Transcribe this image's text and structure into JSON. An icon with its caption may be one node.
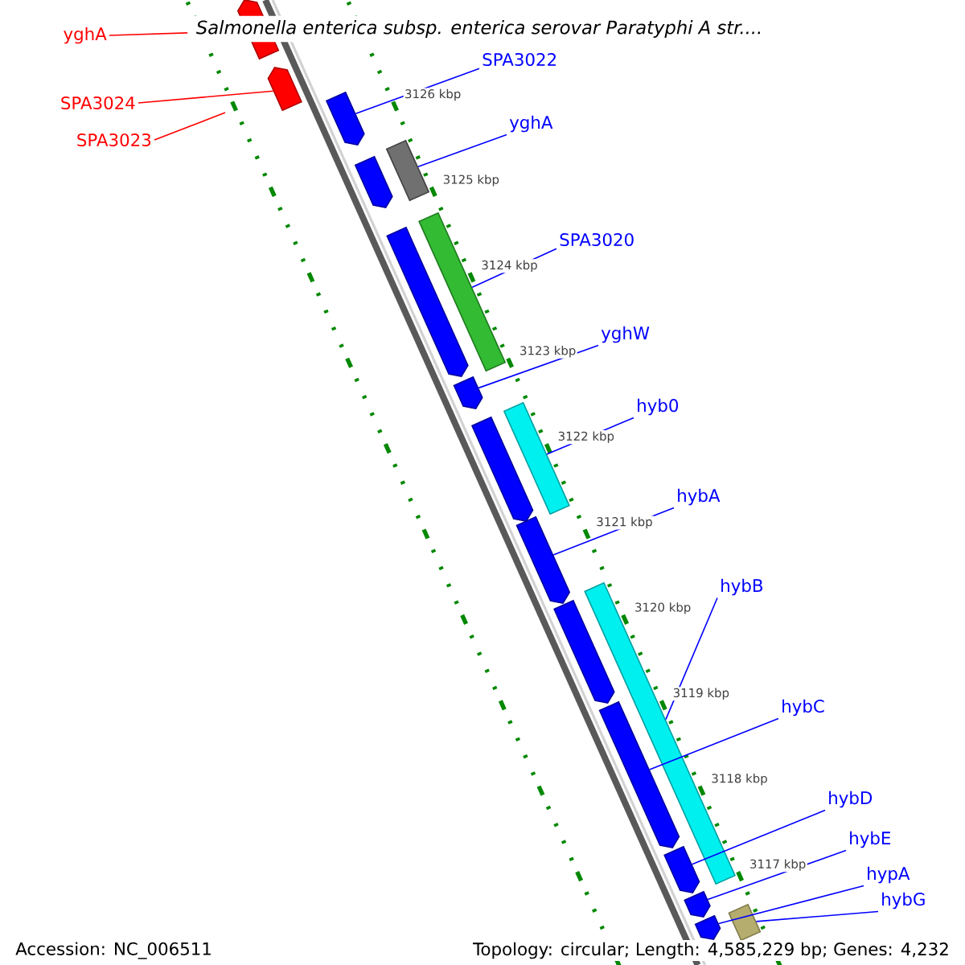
{
  "diagram": {
    "title": "Salmonella enterica subsp. enterica serovar Paratyphi A str....",
    "nodes": [
      {
        "text": [],
        "shape": "pentagon"
      },
      {
        "text": [
          "yghA"
        ]
      },
      {
        "text": [],
        "shape": "pentagon"
      },
      {
        "text": [
          "SPA3024"
        ]
      },
      {
        "text": [
          "SPA3023"
        ]
      },
      {
        "text": [
          "SPA3022"
        ]
      },
      {
        "text": [],
        "shape": "pentagon"
      },
      {
        "text": [
          "yghA"
        ]
      },
      {
        "text": [],
        "shape": "bar"
      },
      {
        "text": [],
        "shape": "pentagon"
      },
      {
        "text": [],
        "shape": "bar"
      },
      {
        "text": [
          "SPA3020"
        ]
      },
      {
        "text": [],
        "shape": "pentagon"
      },
      {
        "text": [
          "yghW"
        ]
      },
      {
        "text": [],
        "shape": "pentagon"
      },
      {
        "text": [
          "hyb0"
        ]
      },
      {
        "text": [],
        "shape": "bar"
      },
      {
        "text": [],
        "shape": "pentagon"
      },
      {
        "text": [
          "hybA"
        ]
      },
      {
        "text": [],
        "shape": "pentagon"
      },
      {
        "text": [
          "hybB"
        ]
      },
      {
        "text": [],
        "shape": "bar"
      },
      {
        "text": [],
        "shape": "pentagon"
      },
      {
        "text": [
          "hybC"
        ]
      },
      {
        "text": [],
        "shape": "pentagon"
      },
      {
        "text": [
          "hybD"
        ]
      },
      {
        "text": [],
        "shape": "pentagon"
      },
      {
        "text": [
          "hybE"
        ]
      },
      {
        "text": [],
        "shape": "pentagon"
      },
      {
        "text": [
          "hypA"
        ]
      },
      {
        "text": [],
        "shape": "pentagon"
      },
      {
        "text": [
          "hybG"
        ]
      },
      {
        "text": [],
        "shape": "bar"
      }
    ],
    "edges": [
      {
        "from": 1,
        "to": 0,
        "arrow": "none",
        "color": "#ff0000"
      },
      {
        "from": 3,
        "to": 2,
        "arrow": "none",
        "color": "#ff0000"
      },
      {
        "from": 4,
        "to": null,
        "arrow": "none",
        "color": "#ff0000"
      },
      {
        "from": 5,
        "to": 6,
        "arrow": "none"
      },
      {
        "from": 7,
        "to": 8,
        "arrow": "none"
      },
      {
        "from": 11,
        "to": 10,
        "arrow": "none"
      },
      {
        "from": 13,
        "to": 14,
        "arrow": "none"
      },
      {
        "from": 15,
        "to": 16,
        "arrow": "none"
      },
      {
        "from": 18,
        "to": 19,
        "arrow": "none"
      },
      {
        "from": 20,
        "to": 21,
        "arrow": "none"
      },
      {
        "from": 23,
        "to": 24,
        "arrow": "none"
      },
      {
        "from": 25,
        "to": 26,
        "arrow": "none"
      },
      {
        "from": 27,
        "to": 28,
        "arrow": "none"
      },
      {
        "from": 29,
        "to": 30,
        "arrow": "none"
      },
      {
        "from": 31,
        "to": 32,
        "arrow": "none"
      }
    ],
    "labels": [
      "3126 kbp",
      "3125 kbp",
      "3124 kbp",
      "3123 kbp",
      "3122 kbp",
      "3121 kbp",
      "3120 kbp",
      "3119 kbp",
      "3118 kbp",
      "3117 kbp",
      "Accession: NC_006511",
      "Topology: circular; Length: 4,585,229 bp; Genes: 4,232"
    ]
  }
}
